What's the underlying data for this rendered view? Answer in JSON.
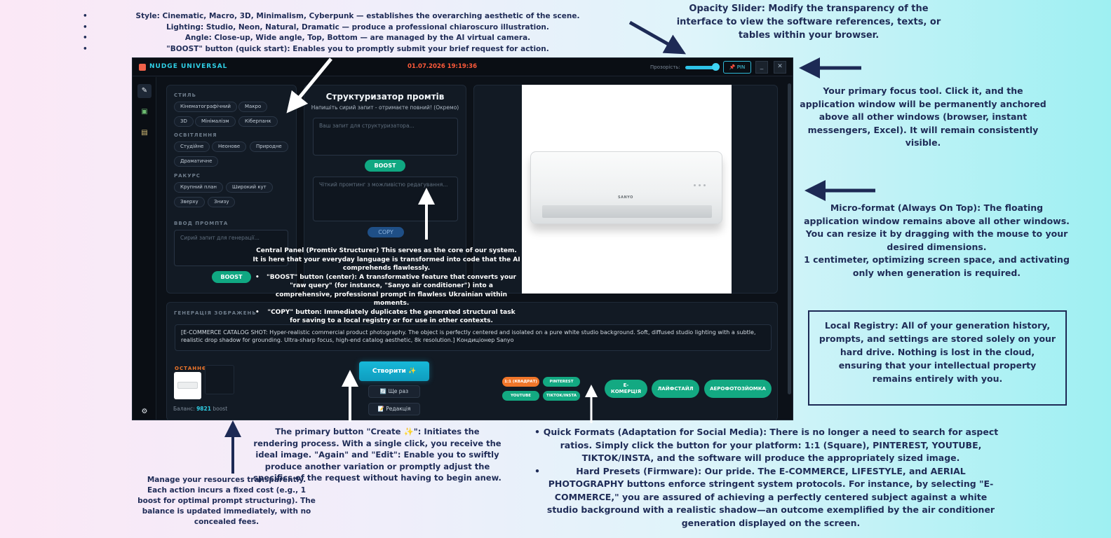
{
  "annotations": {
    "top_list": [
      "Style: Cinematic, Macro, 3D, Minimalism, Cyberpunk — establishes the overarching aesthetic of the scene.",
      "Lighting: Studio, Neon, Natural, Dramatic — produce a professional chiaroscuro illustration.",
      "Angle: Close-up, Wide angle, Top, Bottom — are managed by the AI virtual camera.",
      "\"BOOST\" button (quick start): Enables you to promptly submit your brief request for action."
    ],
    "opacity": "Opacity Slider: Modify the transparency of the interface to view the software references, texts, or tables within your browser.",
    "pin": "Your primary focus tool. Click it, and the application window will be permanently anchored above all other windows (browser, instant messengers, Excel). It will remain consistently visible.",
    "micro": "Micro-format (Always On Top): The floating application window remains above all other windows. You can resize it by dragging with the mouse to your desired dimensions.\n1 centimeter, optimizing screen space, and activating only when generation is required.",
    "registry_title": "Local Registry:",
    "registry_body": " All of your generation history, prompts, and settings are stored solely on your hard drive. Nothing is lost in the cloud, ensuring that your intellectual property remains entirely with you.",
    "center_intro": "Central Panel (Promtiv Structurer) This serves as the core of our system. It is here that your everyday language is transformed into code that the AI comprehends flawlessly.",
    "center_items": [
      "\"BOOST\" button (center): A transformative feature that converts your \"raw query\" (for instance, \"Sanyo air conditioner\") into a comprehensive, professional prompt in flawless Ukrainian within moments.",
      "\"COPY\" button: Immediately duplicates the generated structural task for saving to a local registry or for use in other contexts."
    ],
    "create": "The primary button \"Create ✨\": Initiates the rendering process. With a single click, you receive the ideal image. \"Again\" and \"Edit\": Enable you to swiftly produce another variation or promptly adjust the specifics of the request without having to begin anew.",
    "balance": "Manage your resources transparently. Each action incurs a fixed cost (e.g., 1 boost for optimal prompt structuring). The balance is updated immediately, with no concealed fees.",
    "formats_list": [
      "Quick Formats (Adaptation for Social Media): There is no longer a need to search for aspect ratios. Simply click the button for your platform: 1:1 (Square), PINTEREST, YOUTUBE, TIKTOK/INSTA, and the software will produce the appropriately sized image.",
      "Hard Presets (Firmware): Our pride. The E-COMMERCE, LIFESTYLE, and AERIAL PHOTOGRAPHY buttons enforce stringent system protocols. For instance, by selecting \"E-COMMERCE,\" you are assured of achieving a perfectly centered subject against a white studio background with a realistic shadow—an outcome exemplified by the air conditioner generation displayed on the screen."
    ]
  },
  "app": {
    "title": "NUDGE UNIVERSAL",
    "datetime": "01.07.2026 19:19:36",
    "opacity_label": "Прозорість:",
    "opacity_value": 0.85,
    "pin_label": "📌 PIN",
    "minimize_label": "_",
    "close_label": "✕",
    "sidebar_icons": [
      "brush-icon",
      "image-icon",
      "document-icon"
    ],
    "settings_icon": "gear-icon",
    "left_panel": {
      "style_label": "СТИЛЬ",
      "style_chips": [
        "Кінематографічний",
        "Макро",
        "3D",
        "Мінімалізм",
        "Кіберпанк"
      ],
      "lighting_label": "ОСВІТЛЕННЯ",
      "lighting_chips": [
        "Студійне",
        "Неонове",
        "Природне",
        "Драматичне"
      ],
      "angle_label": "РАКУРС",
      "angle_chips": [
        "Крупний план",
        "Широкий кут",
        "Зверху",
        "Знизу"
      ],
      "prompt_label": "ВВОД ПРОМПТА",
      "prompt_placeholder": "Сирий запит для генерації...",
      "boost_label": "BOOST"
    },
    "center_panel": {
      "title": "Структуризатор промтів",
      "subtitle": "Напишіть сирий запит - отримаєте повний! (Окремо)",
      "input_placeholder": "Ваш запит для структуризатора...",
      "boost_label": "BOOST",
      "output_placeholder": "Чіткий промтинг з можливістю редагування...",
      "copy_label": "COPY"
    },
    "preview": {
      "brand": "SANYO"
    },
    "generation": {
      "label": "ГЕНЕРАЦІЯ ЗОБРАЖЕНЬ",
      "prompt_text": "[E-COMMERCE CATALOG SHOT: Hyper-realistic commercial product photography. The object is perfectly centered and isolated on a pure white studio background. Soft, diffused studio lighting with a subtle, realistic drop shadow for grounding. Ultra-sharp focus, high-end catalog aesthetic, 8k resolution.] Кондиціонер Sanyo",
      "recent_label": "ОСТАННЄ:",
      "balance_label": "Баланс:",
      "balance_value": "9821",
      "balance_unit": "boost",
      "create_label": "Створити ✨",
      "again_label": "🔄 Ще раз",
      "edit_label": "📝 Редакція",
      "formats": [
        "1:1 (КВАДРАТ)",
        "PINTEREST",
        "YOUTUBE",
        "TIKTOK/INSTA"
      ],
      "presets": [
        "E-\nКОМЕРЦІЯ",
        "ЛАЙФСТАЙЛ",
        "АЕРОФОТОЗЙОМКА"
      ]
    },
    "colors": {
      "accent_cyan": "#2fd0e6",
      "accent_green": "#10a882",
      "accent_orange": "#f0762a",
      "date_red": "#ff5a3a",
      "window_bg": "#0c1118"
    }
  }
}
